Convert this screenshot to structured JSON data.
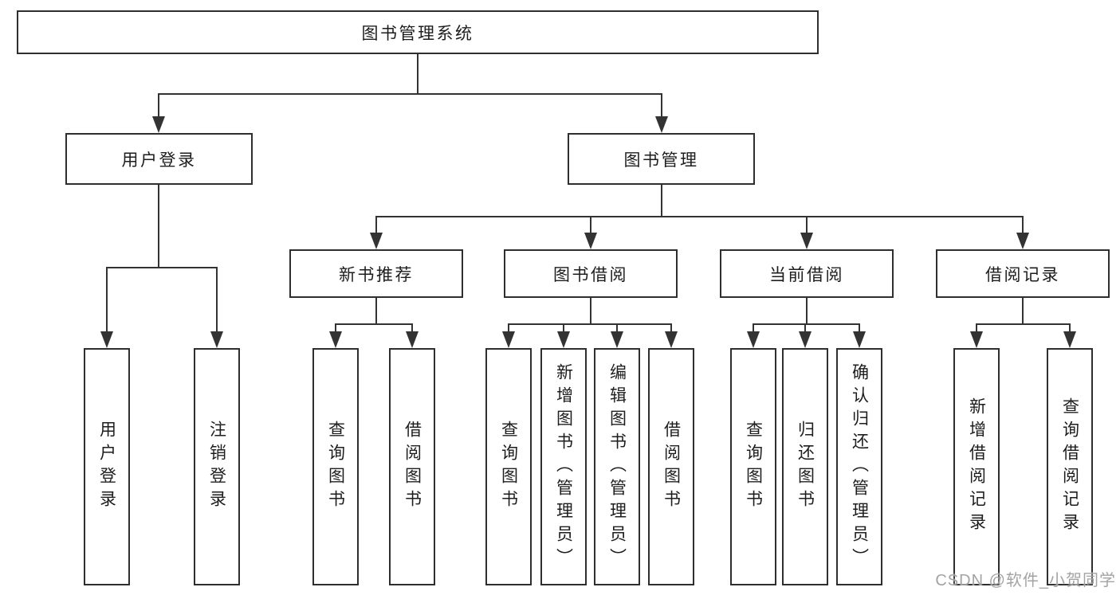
{
  "colors": {
    "background": "#ffffff",
    "line": "#333333",
    "box_border": "#2e2e2e",
    "text": "#1d1d1d",
    "watermark": "#9e9e9e"
  },
  "watermark": {
    "text": "CSDN @软件_小贺同学"
  },
  "diagram": {
    "root": {
      "label": "图书管理系统"
    },
    "level1": [
      {
        "label": "用户登录"
      },
      {
        "label": "图书管理"
      }
    ],
    "level2": [
      {
        "label": "新书推荐"
      },
      {
        "label": "图书借阅"
      },
      {
        "label": "当前借阅"
      },
      {
        "label": "借阅记录"
      }
    ],
    "leaves": {
      "user_login": [
        "用户登录",
        "注销登录"
      ],
      "new_book_recommend": [
        "查询图书",
        "借阅图书"
      ],
      "book_borrow": [
        "查询图书",
        "新增图书（管理员）",
        "编辑图书（管理员）",
        "借阅图书"
      ],
      "current_borrow": [
        "查询图书",
        "归还图书",
        "确认归还（管理员）"
      ],
      "borrow_records": [
        "新增借阅记录",
        "查询借阅记录"
      ]
    }
  }
}
